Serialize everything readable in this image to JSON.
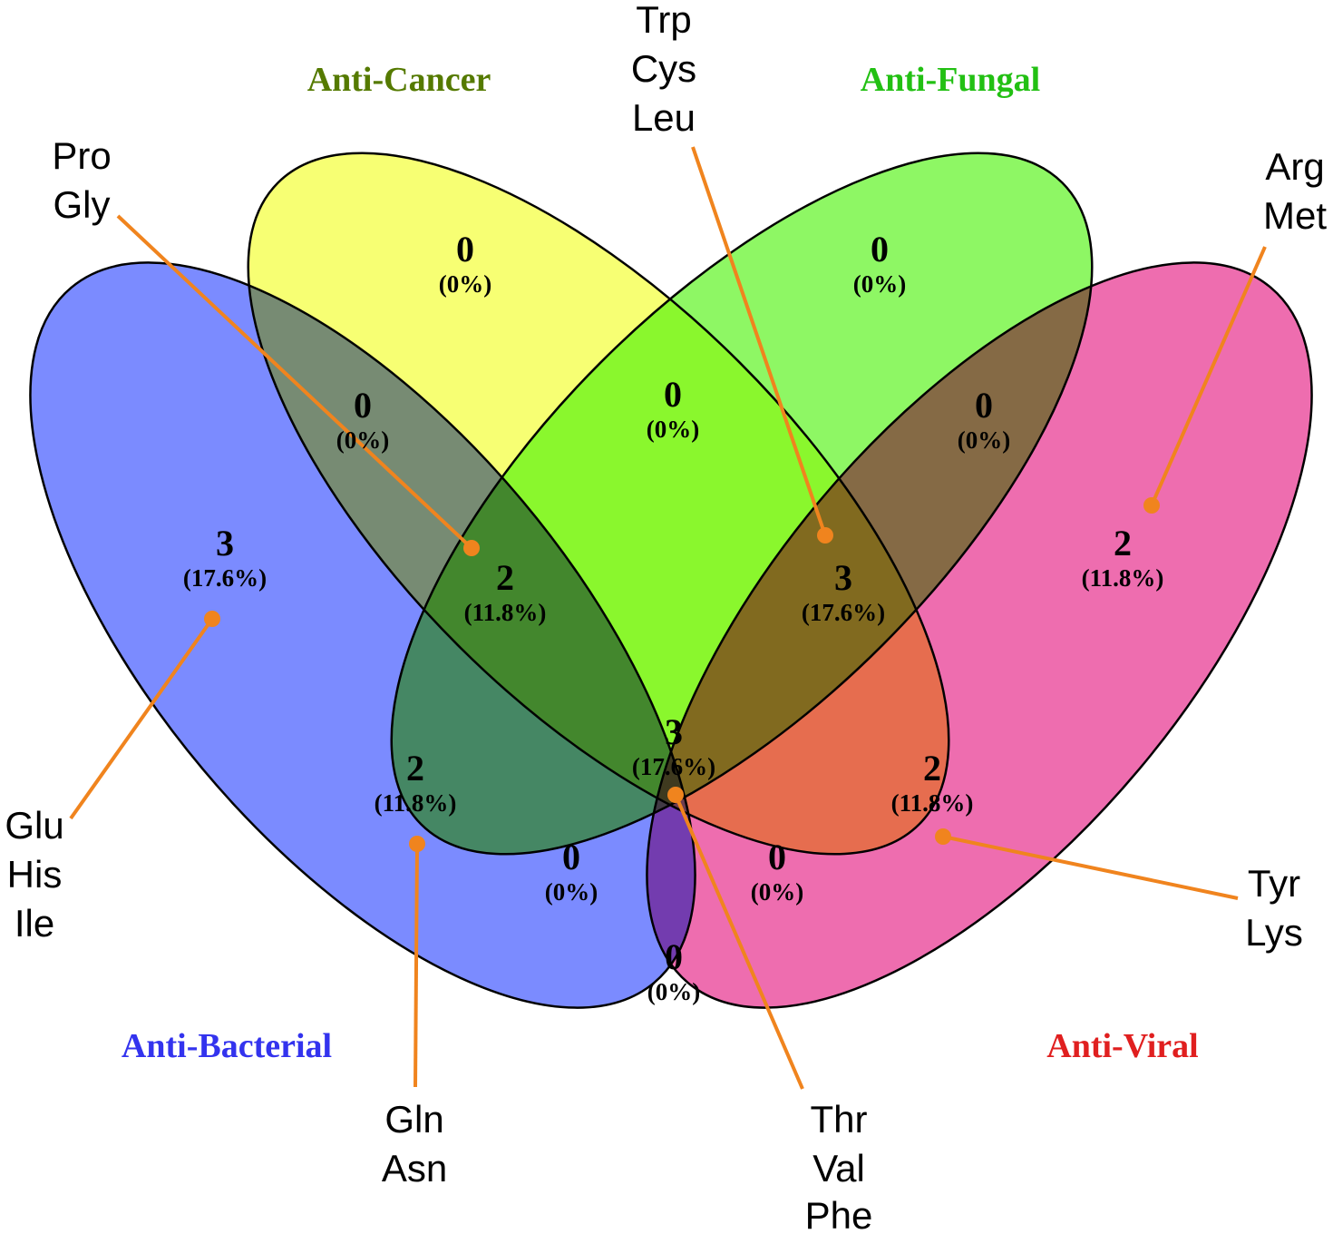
{
  "sets": [
    {
      "key": "bacterial",
      "label": "Anti-Bacterial",
      "fill": "#7B8BFF",
      "label_color": "#3333EE"
    },
    {
      "key": "cancer",
      "label": "Anti-Cancer",
      "fill": "#F7FF73",
      "label_color": "#557A00"
    },
    {
      "key": "fungal",
      "label": "Anti-Fungal",
      "fill": "#8EF764",
      "label_color": "#22C013"
    },
    {
      "key": "viral",
      "label": "Anti-Viral",
      "fill": "#EE6DAF",
      "label_color": "#E01F1F"
    }
  ],
  "regions": [
    {
      "key": "cancer_only",
      "count": "0",
      "pct": "(0%)"
    },
    {
      "key": "fungal_only",
      "count": "0",
      "pct": "(0%)"
    },
    {
      "key": "bacterial_cancer",
      "count": "0",
      "pct": "(0%)"
    },
    {
      "key": "cancer_fungal",
      "count": "0",
      "pct": "(0%)"
    },
    {
      "key": "fungal_viral",
      "count": "0",
      "pct": "(0%)"
    },
    {
      "key": "bacterial_only",
      "count": "3",
      "pct": "(17.6%)"
    },
    {
      "key": "bacterial_cancer_fungal",
      "count": "2",
      "pct": "(11.8%)"
    },
    {
      "key": "cancer_fungal_viral",
      "count": "3",
      "pct": "(17.6%)"
    },
    {
      "key": "viral_only",
      "count": "2",
      "pct": "(11.8%)"
    },
    {
      "key": "all_four",
      "count": "3",
      "pct": "(17.6%)"
    },
    {
      "key": "bacterial_fungal",
      "count": "2",
      "pct": "(11.8%)"
    },
    {
      "key": "cancer_viral",
      "count": "2",
      "pct": "(11.8%)"
    },
    {
      "key": "bacterial_fungal_viral",
      "count": "0",
      "pct": "(0%)"
    },
    {
      "key": "bacterial_cancer_viral",
      "count": "0",
      "pct": "(0%)"
    },
    {
      "key": "bacterial_viral",
      "count": "0",
      "pct": "(0%)"
    }
  ],
  "callouts": [
    {
      "key": "pro_gly",
      "lines": [
        "Pro",
        "Gly"
      ]
    },
    {
      "key": "trp_cys_leu",
      "lines": [
        "Trp",
        "Cys",
        "Leu"
      ]
    },
    {
      "key": "arg_met",
      "lines": [
        "Arg",
        "Met"
      ]
    },
    {
      "key": "glu_his_ile",
      "lines": [
        "Glu",
        "His",
        "Ile"
      ]
    },
    {
      "key": "gln_asn",
      "lines": [
        "Gln",
        "Asn"
      ]
    },
    {
      "key": "thr_val_phe",
      "lines": [
        "Thr",
        "Val",
        "Phe"
      ]
    },
    {
      "key": "tyr_lys",
      "lines": [
        "Tyr",
        "Lys"
      ]
    }
  ]
}
